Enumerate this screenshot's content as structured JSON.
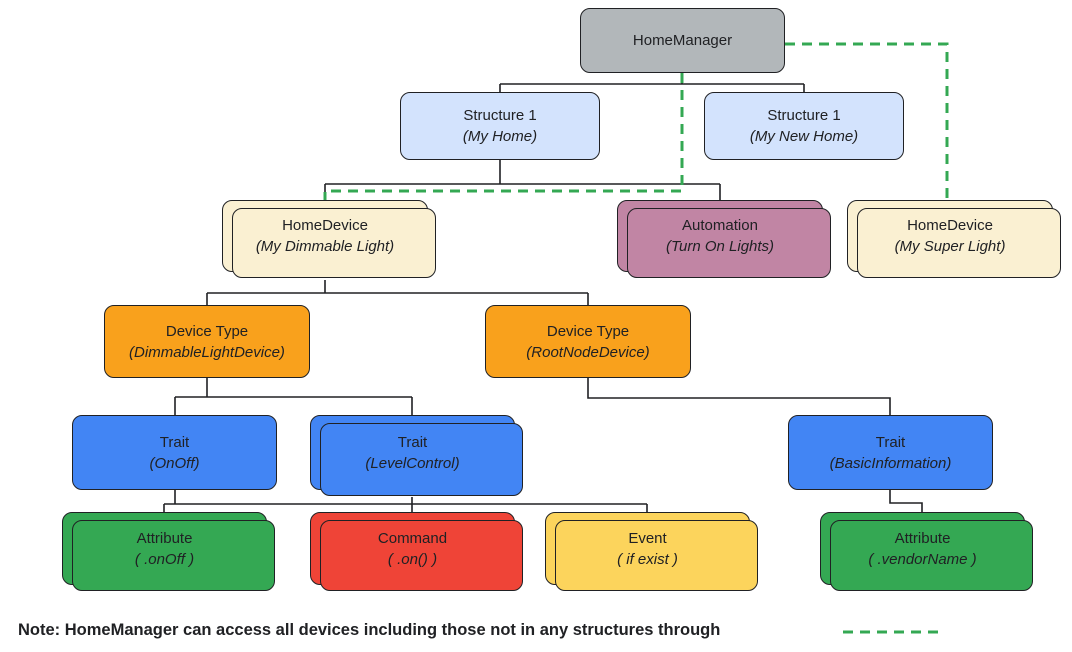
{
  "nodes": {
    "home_manager": {
      "title": "HomeManager",
      "subtitle": ""
    },
    "structure_my_home": {
      "title": "Structure 1",
      "subtitle": "(My Home)"
    },
    "structure_my_new_home": {
      "title": "Structure 1",
      "subtitle": "(My New Home)"
    },
    "home_device_dimmable": {
      "title": "HomeDevice",
      "subtitle": "(My Dimmable Light)"
    },
    "automation": {
      "title": "Automation",
      "subtitle": "(Turn On Lights)"
    },
    "home_device_super": {
      "title": "HomeDevice",
      "subtitle": "(My Super Light)"
    },
    "device_type_dimmable": {
      "title": "Device Type",
      "subtitle": "(DimmableLightDevice)"
    },
    "device_type_rootnode": {
      "title": "Device Type",
      "subtitle": "(RootNodeDevice)"
    },
    "trait_onoff": {
      "title": "Trait",
      "subtitle": "(OnOff)"
    },
    "trait_levelcontrol": {
      "title": "Trait",
      "subtitle": "(LevelControl)"
    },
    "trait_basicinfo": {
      "title": "Trait",
      "subtitle": "(BasicInformation)"
    },
    "attribute_onoff": {
      "title": "Attribute",
      "subtitle": "( .onOff )"
    },
    "command_on": {
      "title": "Command",
      "subtitle": "( .on() )"
    },
    "event_ifexist": {
      "title": "Event",
      "subtitle": "( if exist )"
    },
    "attribute_vendorname": {
      "title": "Attribute",
      "subtitle": "( .vendorName )"
    }
  },
  "note": {
    "text": "Note: HomeManager can access all devices including those not in any structures through"
  },
  "colors": {
    "line": "#202124",
    "text": "#202124",
    "dash": "#34A853",
    "gray-fill": "#B2B7BA",
    "bluelight-fill": "#D3E3FD",
    "cream-fill": "#FAF0D2",
    "mauve-fill": "#C185A4",
    "orange-fill": "#F9A11C",
    "blue-fill": "#4285F4",
    "green-fill": "#34A853",
    "red-fill": "#EF4437",
    "yellow-fill": "#FCD45C"
  }
}
